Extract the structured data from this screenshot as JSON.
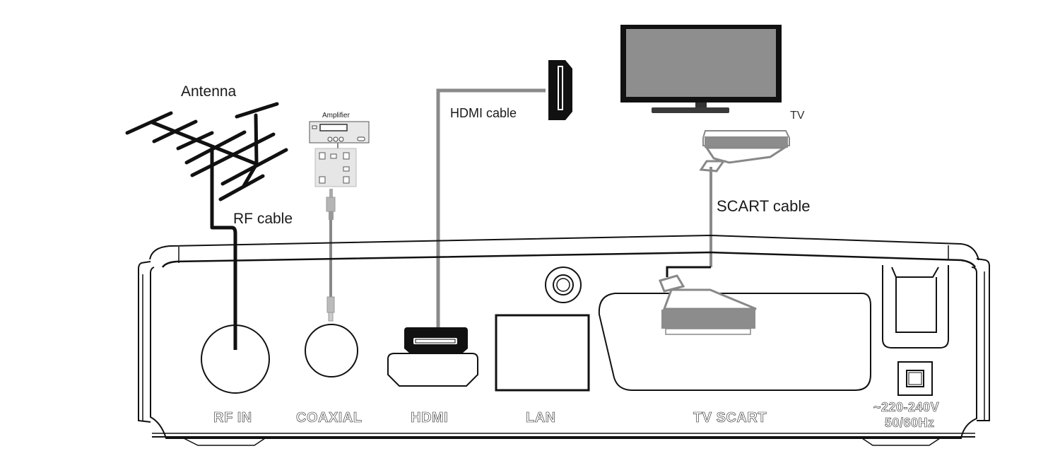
{
  "diagram": {
    "title": "Set-top box connection diagram",
    "callouts": {
      "antenna": "Antenna",
      "amplifier": "Amplifier",
      "rf_cable": "RF cable",
      "hdmi_cable": "HDMI cable",
      "tv": "TV",
      "scart_cable": "SCART cable"
    },
    "ports": [
      {
        "id": "rf-in",
        "label": "RF IN"
      },
      {
        "id": "coaxial",
        "label": "COAXIAL"
      },
      {
        "id": "hdmi",
        "label": "HDMI"
      },
      {
        "id": "lan",
        "label": "LAN"
      },
      {
        "id": "tv-scart",
        "label": "TV SCART"
      }
    ],
    "power": {
      "voltage": "~220-240V",
      "frequency": "50/60Hz"
    },
    "colors": {
      "line": "#111111",
      "cable_gray": "#8a8a8a",
      "scart_gray": "#8c8c8c",
      "tv_screen": "#8e8e8e"
    }
  }
}
